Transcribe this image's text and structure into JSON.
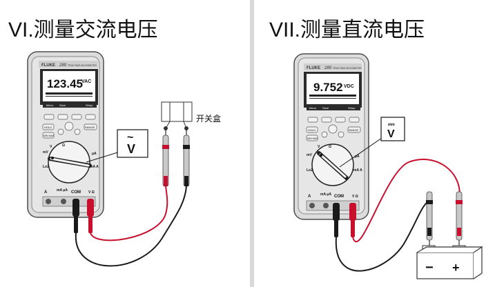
{
  "ac_panel": {
    "title": "VI.测量交流电压",
    "meter_brand": "FLUKE",
    "meter_model": "289",
    "meter_subtitle": "TRUE RMS MULTIMETER",
    "reading_value": "123.45",
    "reading_unit": "VAC",
    "softkeys": [
      "Menu",
      "Save",
      "",
      "Setup"
    ],
    "buttons": [
      "HOLD",
      "MIN MAX",
      "RANGE"
    ],
    "dial_labels": [
      "V",
      "mV",
      "LoZ",
      "Ω",
      "μA",
      "mA A"
    ],
    "jack_labels": [
      "A",
      "mA μA",
      "COM",
      "V Ω"
    ],
    "callout_symbol": "V",
    "callout_mark": "~",
    "outlet_label": "开关盒"
  },
  "dc_panel": {
    "title": "VII.测量直流电压",
    "meter_brand": "FLUKE",
    "meter_model": "289",
    "meter_subtitle": "TRUE RMS MULTIMETER",
    "reading_value": "9.752",
    "reading_unit": "VDC",
    "softkeys": [
      "Menu",
      "Save",
      "",
      "Setup"
    ],
    "buttons": [
      "HOLD",
      "MIN MAX",
      "RANGE"
    ],
    "dial_labels": [
      "V",
      "mV",
      "LoZ",
      "Ω",
      "μA",
      "mA A"
    ],
    "jack_labels": [
      "A",
      "mA μA",
      "COM",
      "V Ω"
    ],
    "callout_symbol": "V",
    "callout_mark": "⎓",
    "battery_neg": "−",
    "battery_pos": "+"
  },
  "colors": {
    "red_lead": "#c8102e",
    "black_lead": "#1a1a1a",
    "meter_body": "#d9d9d9",
    "meter_outline": "#555555",
    "screen_bg": "#ffffff"
  }
}
